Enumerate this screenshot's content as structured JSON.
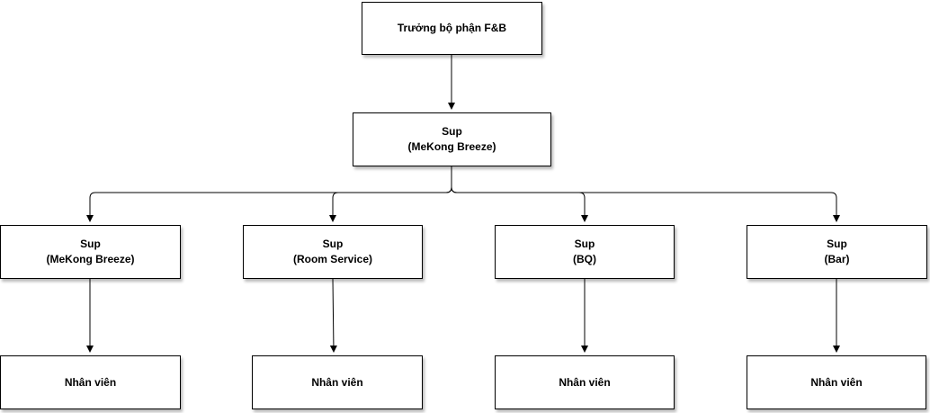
{
  "diagram": {
    "root": {
      "label": "Trưởng bộ phận F&B"
    },
    "manager": {
      "line1": "Sup",
      "line2": "(MeKong Breeze)"
    },
    "sups": [
      {
        "line1": "Sup",
        "line2": "(MeKong Breeze)"
      },
      {
        "line1": "Sup",
        "line2": "(Room Service)"
      },
      {
        "line1": "Sup",
        "line2": "(BQ)"
      },
      {
        "line1": "Sup",
        "line2": "(Bar)"
      }
    ],
    "staff": [
      {
        "label": "Nhân viên"
      },
      {
        "label": "Nhân viên"
      },
      {
        "label": "Nhân viên"
      },
      {
        "label": "Nhân viên"
      }
    ],
    "colors": {
      "stroke": "#000000",
      "fill": "#ffffff"
    }
  }
}
